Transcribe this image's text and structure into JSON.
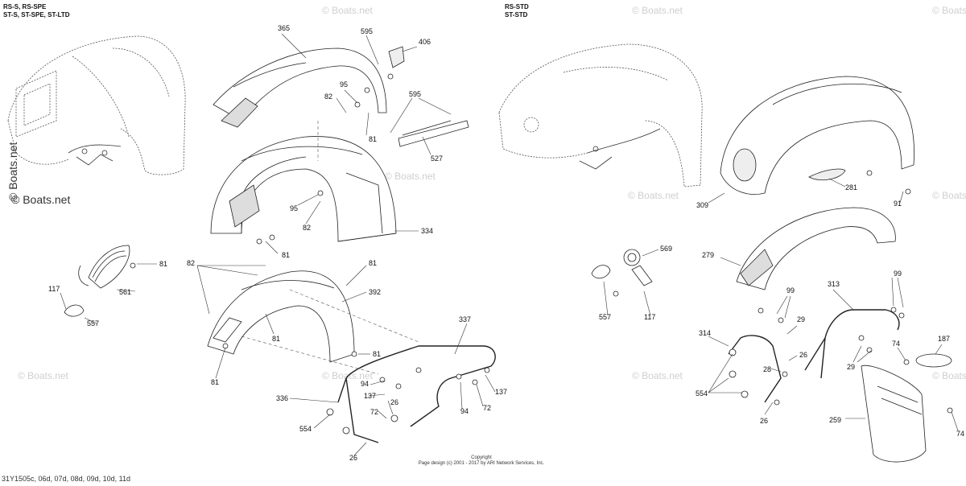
{
  "headers": {
    "left_line1": "RS-S, RS-SPE",
    "left_line2": "ST-S, ST-SPE, ST-LTD",
    "right_line1": "RS-STD",
    "right_line2": "ST-STD"
  },
  "watermark": "© Boats.net",
  "copyright_line1": "Copyright",
  "copyright_line2": "Page design (c) 2001 - 2017 by ARI Network Services, Inc.",
  "diagram_code": "31Y1505c, 06d, 07d, 08d, 09d, 10d, 11d",
  "parts": [
    {
      "id": "p365",
      "label": "365"
    },
    {
      "id": "p595",
      "label": "595"
    },
    {
      "id": "p406",
      "label": "406"
    },
    {
      "id": "p95a",
      "label": "95"
    },
    {
      "id": "p82a",
      "label": "82"
    },
    {
      "id": "p81a",
      "label": "81"
    },
    {
      "id": "p595b",
      "label": "595"
    },
    {
      "id": "p527",
      "label": "527"
    },
    {
      "id": "p95b",
      "label": "95"
    },
    {
      "id": "p82b",
      "label": "82"
    },
    {
      "id": "p334",
      "label": "334"
    },
    {
      "id": "p81b",
      "label": "81"
    },
    {
      "id": "p81c",
      "label": "81"
    },
    {
      "id": "p561",
      "label": "561"
    },
    {
      "id": "p117a",
      "label": "117"
    },
    {
      "id": "p557a",
      "label": "557"
    },
    {
      "id": "p82c",
      "label": "82"
    },
    {
      "id": "p81d",
      "label": "81"
    },
    {
      "id": "p392",
      "label": "392"
    },
    {
      "id": "p81e",
      "label": "81"
    },
    {
      "id": "p81f",
      "label": "81"
    },
    {
      "id": "p81g",
      "label": "81"
    },
    {
      "id": "p337",
      "label": "337"
    },
    {
      "id": "p94a",
      "label": "94"
    },
    {
      "id": "p137a",
      "label": "137"
    },
    {
      "id": "p336",
      "label": "336"
    },
    {
      "id": "p26a",
      "label": "26"
    },
    {
      "id": "p72a",
      "label": "72"
    },
    {
      "id": "p94b",
      "label": "94"
    },
    {
      "id": "p72b",
      "label": "72"
    },
    {
      "id": "p137b",
      "label": "137"
    },
    {
      "id": "p554a",
      "label": "554"
    },
    {
      "id": "p26b",
      "label": "26"
    },
    {
      "id": "p309",
      "label": "309"
    },
    {
      "id": "p281",
      "label": "281"
    },
    {
      "id": "p91",
      "label": "91"
    },
    {
      "id": "p279",
      "label": "279"
    },
    {
      "id": "p569",
      "label": "569"
    },
    {
      "id": "p557b",
      "label": "557"
    },
    {
      "id": "p117b",
      "label": "117"
    },
    {
      "id": "p313",
      "label": "313"
    },
    {
      "id": "p99a",
      "label": "99"
    },
    {
      "id": "p99b",
      "label": "99"
    },
    {
      "id": "p29a",
      "label": "29"
    },
    {
      "id": "p314",
      "label": "314"
    },
    {
      "id": "p26c",
      "label": "26"
    },
    {
      "id": "p28",
      "label": "28"
    },
    {
      "id": "p74a",
      "label": "74"
    },
    {
      "id": "p29b",
      "label": "29"
    },
    {
      "id": "p187",
      "label": "187"
    },
    {
      "id": "p554b",
      "label": "554"
    },
    {
      "id": "p26d",
      "label": "26"
    },
    {
      "id": "p259",
      "label": "259"
    },
    {
      "id": "p74b",
      "label": "74"
    }
  ]
}
